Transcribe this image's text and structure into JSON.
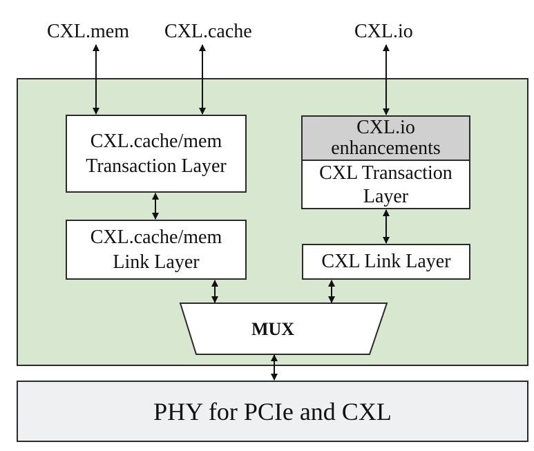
{
  "top_labels": {
    "mem": "CXL.mem",
    "cache": "CXL.cache",
    "io": "CXL.io"
  },
  "cache_mem": {
    "transaction_layer": [
      "CXL.cache/mem",
      "Transaction Layer"
    ],
    "link_layer": [
      "CXL.cache/mem",
      "Link Layer"
    ]
  },
  "io": {
    "enhancements": [
      "CXL.io",
      "enhancements"
    ],
    "transaction_layer": [
      "CXL Transaction",
      "Layer"
    ],
    "link_layer": "CXL Link Layer"
  },
  "mux": "MUX",
  "phy": "PHY for PCIe and CXL",
  "colors": {
    "panel": "#d8e7d0",
    "enhancements": "#d0d0d0",
    "phy": "#eef0f1",
    "stroke": "#2a2a2a"
  }
}
